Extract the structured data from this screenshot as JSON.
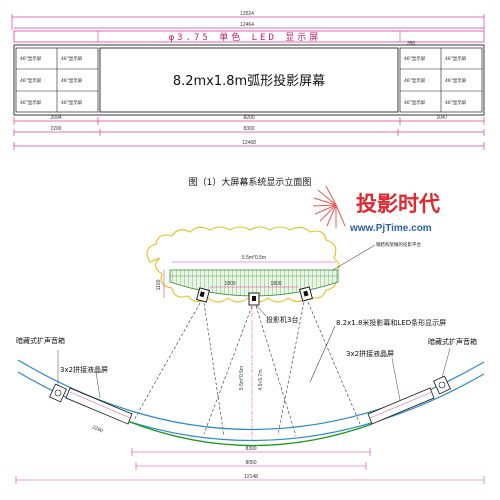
{
  "elevation": {
    "dims_top": [
      "12524",
      "12464"
    ],
    "led_label": "φ3.75 单色 LED 显示屏",
    "dim_350": "350",
    "center_screen": "8.2mx1.8m弧形投影屏幕",
    "lcd_label": "46\"显示屏",
    "dims_mid": [
      "2094",
      "8200",
      "1047"
    ],
    "dims_bottom": [
      "2200",
      "8300",
      "12468"
    ]
  },
  "caption": "图（1）大屏幕系统显示立面图",
  "watermark": {
    "brand": "投影时代",
    "url": "www.PjTime.com"
  },
  "plan": {
    "platform_label": "钢结构架做的投影平台",
    "platform_dim": "5.5m*0.5m",
    "dim_1100": "1100",
    "dims_1800": [
      "1800",
      "1800"
    ],
    "projector_label": "投影机3台",
    "screen_label": "8.2x1.8米投影幕和LED条形显示屏",
    "lcd_left": "3x2拼接液晶屏",
    "lcd_right": "3x2拼接液晶屏",
    "speaker_left": "暗藏式扩声音箱",
    "speaker_right": "暗藏式扩声音箱",
    "throw_a": "5.5m*0.5m",
    "throw_b": "4.5+5.7m",
    "dim_2290": "2290",
    "dims_bottom": [
      "8300",
      "8050",
      "12148"
    ]
  }
}
